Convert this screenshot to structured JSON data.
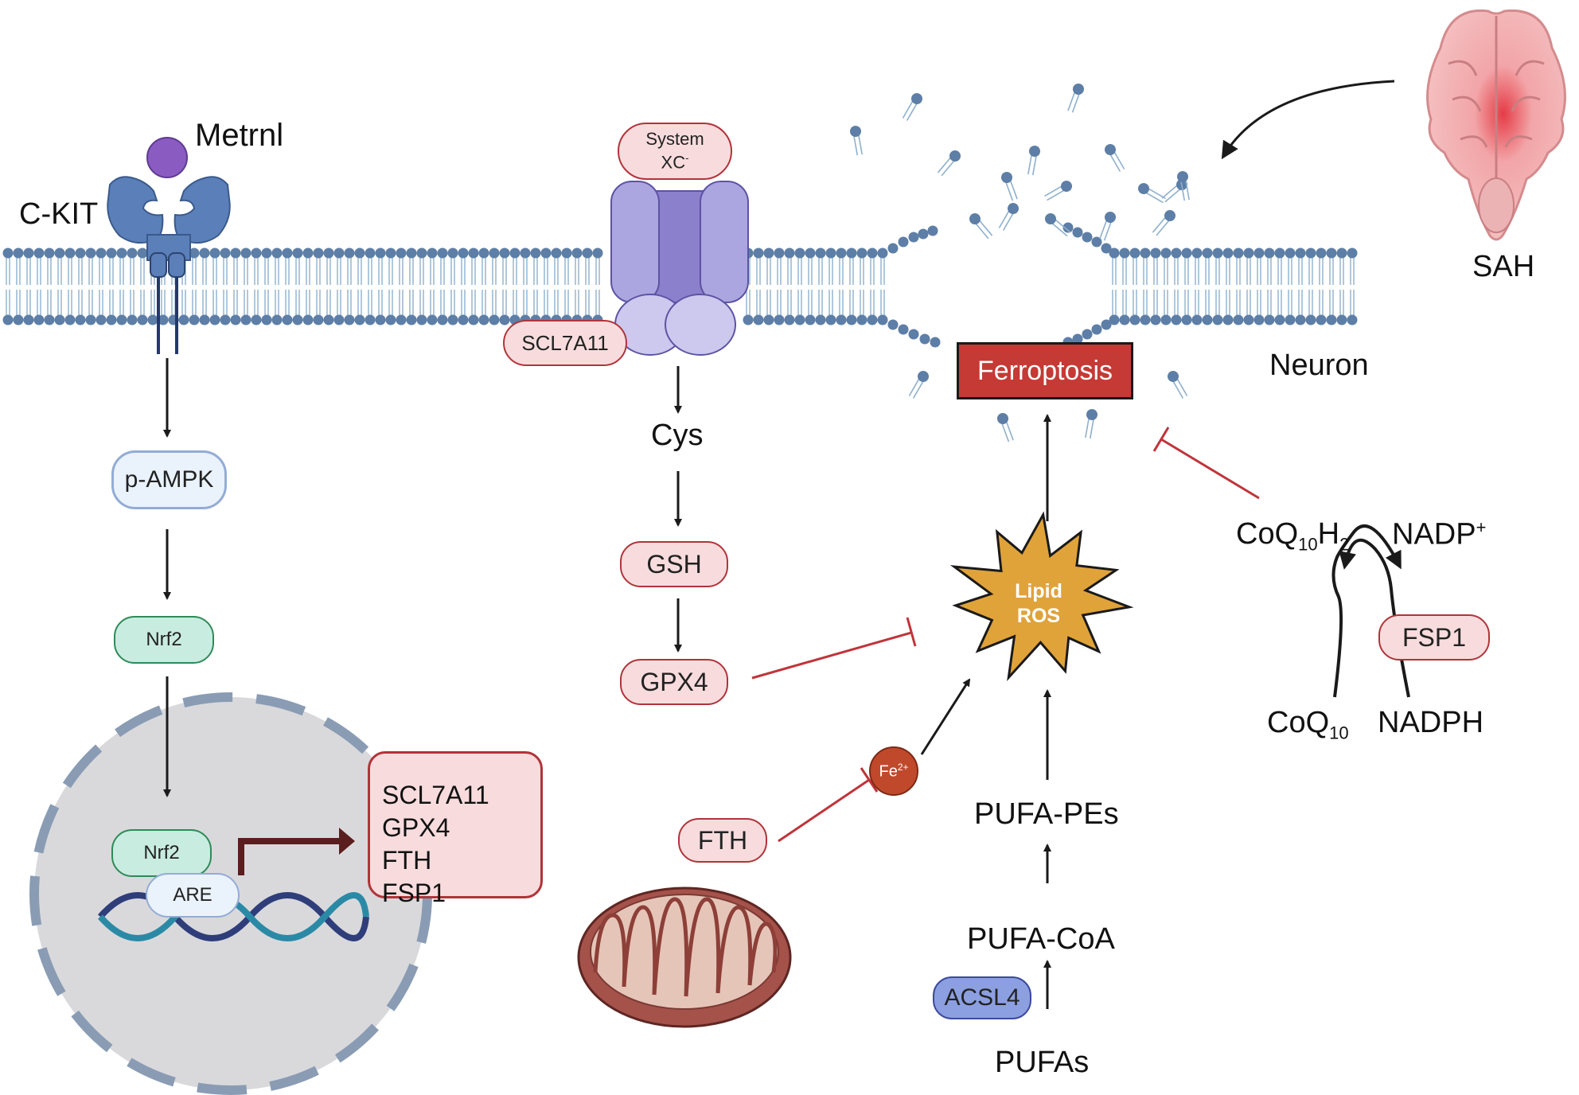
{
  "colors": {
    "membrane_head": "#5d7ea6",
    "membrane_tail": "#8fb0cc",
    "receptor": "#5b7fb8",
    "transporter": "#8b80cc",
    "inhibition": "#c0343a",
    "activation": "#1a1a1a",
    "ferroptosis_box": "#c53a35",
    "lipid_ros_star": "#e0a33a",
    "nucleus": "#d9d9dc"
  },
  "labels": {
    "metrnl": "Metrnl",
    "ckit": "C-KIT",
    "system_xc_line1": "System",
    "system_xc_line2": "XC",
    "system_xc_sup": "-",
    "scl7a11_membrane": "SCL7A11",
    "cys": "Cys",
    "gsh": "GSH",
    "gpx4": "GPX4",
    "pampk": "p-AMPK",
    "nrf2_cyto": "Nrf2",
    "nrf2_nuclear": "Nrf2",
    "are": "ARE",
    "ferroptosis": "Ferroptosis",
    "neuron": "Neuron",
    "sah": "SAH",
    "lipid_ros_line1": "Lipid",
    "lipid_ros_line2": "ROS",
    "fe": "Fe",
    "fe_sup": "2+",
    "fth": "FTH",
    "pufa_pes": "PUFA-PEs",
    "pufa_coa": "PUFA-CoA",
    "acsl4": "ACSL4",
    "pufas": "PUFAs",
    "coq10h2_base": "CoQ",
    "coq10h2_sub1": "10",
    "coq10h2_h": "H",
    "coq10h2_sub2": "2",
    "nadp": "NADP",
    "nadp_sup": "+",
    "fsp1": "FSP1",
    "coq10_base": "CoQ",
    "coq10_sub": "10",
    "nadph": "NADPH"
  },
  "upregulated_genes": [
    "SCL7A11",
    "GPX4",
    "FTH",
    "FSP1"
  ]
}
